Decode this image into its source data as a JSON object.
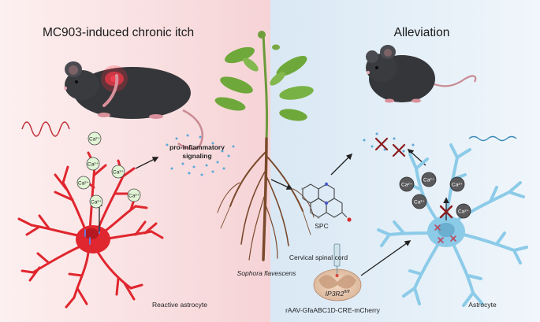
{
  "left_panel": {
    "title": "MC903-induced chronic itch",
    "signaling_line1": "pro-inflammatory",
    "signaling_line2": "signaling",
    "astrocyte_label": "Reactive astrocyte",
    "ion_label": "Ca²⁺"
  },
  "right_panel": {
    "title": "Alleviation",
    "astrocyte_label": "Astrocyte",
    "ion_label": "Ca²⁺"
  },
  "center": {
    "plant_label": "Sophora flavescens",
    "compound_label": "SPC",
    "spinal_label": "Cervical spinal cord",
    "receptor_label_base": "IP3R2",
    "receptor_label_sup": "fl/fl",
    "virus_label": "rAAV-GfaABC1D-CRE-mCherry"
  },
  "colors": {
    "left_bg": "#fbe3e4",
    "right_bg": "#e3eef7",
    "reactive_astrocyte": "#e0262e",
    "astrocyte": "#8ccbe8",
    "ca_ion": "#e2f4d6"
  }
}
